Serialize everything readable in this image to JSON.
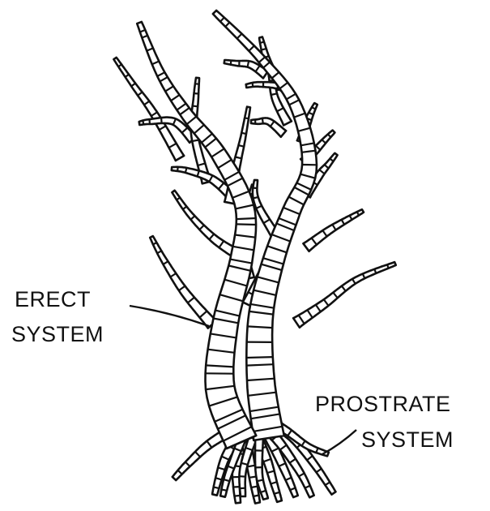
{
  "labels": {
    "erect": [
      "ERECT",
      "SYSTEM"
    ],
    "prostrate": [
      "PROSTRATE",
      "SYSTEM"
    ]
  },
  "colors": {
    "ink": "#111111",
    "fill": "#ffffff"
  }
}
